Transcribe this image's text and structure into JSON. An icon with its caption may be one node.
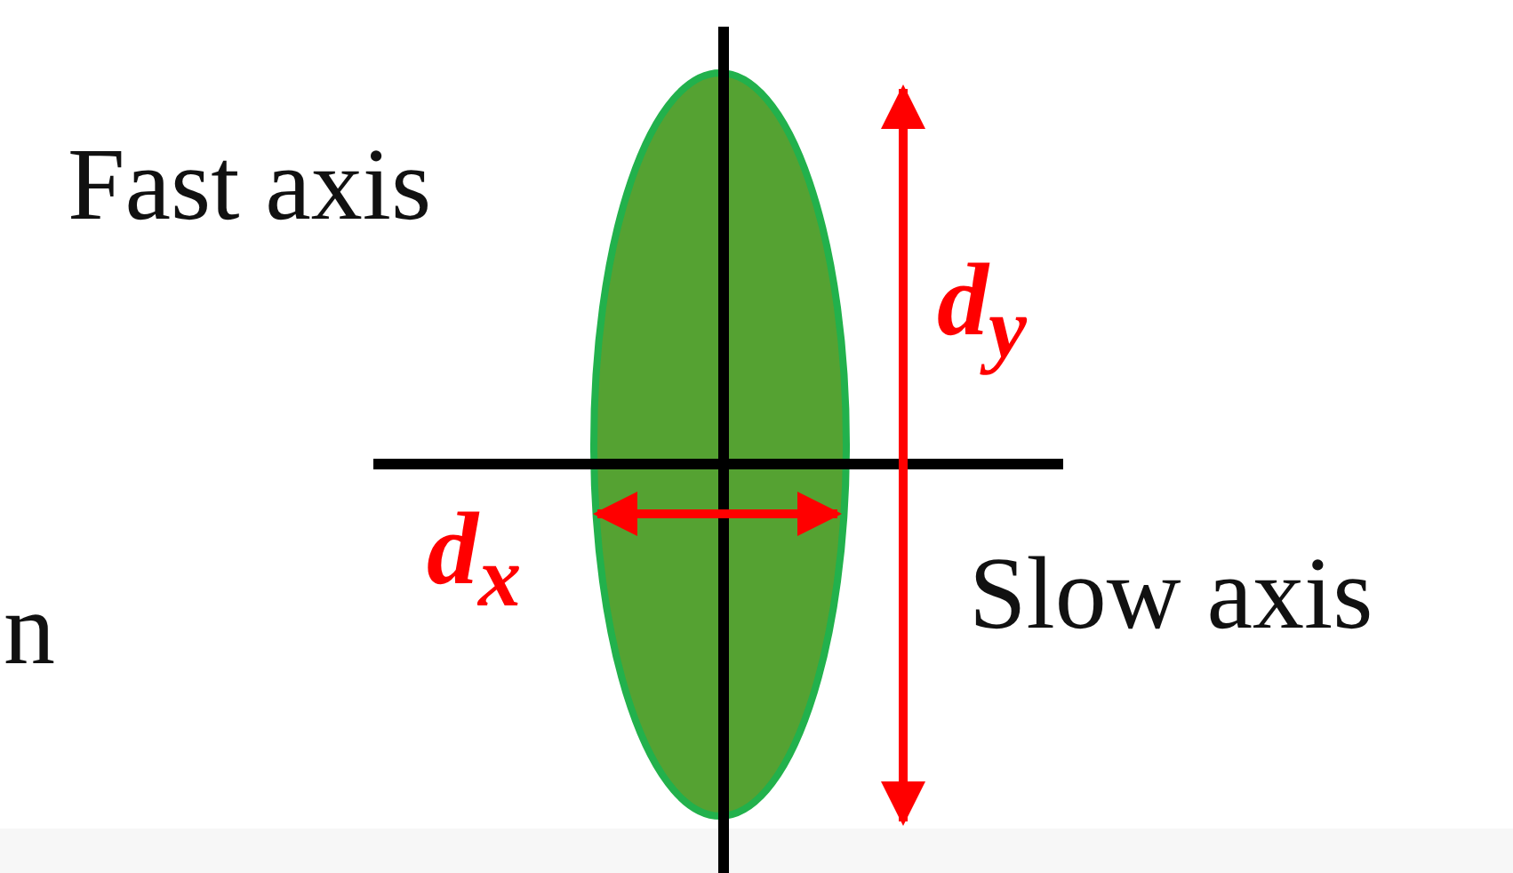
{
  "diagram": {
    "labels": [
      "Fast axis",
      "d$_{y}$",
      "d$_{x}$",
      "Slow axis",
      "n"
    ]
  }
}
